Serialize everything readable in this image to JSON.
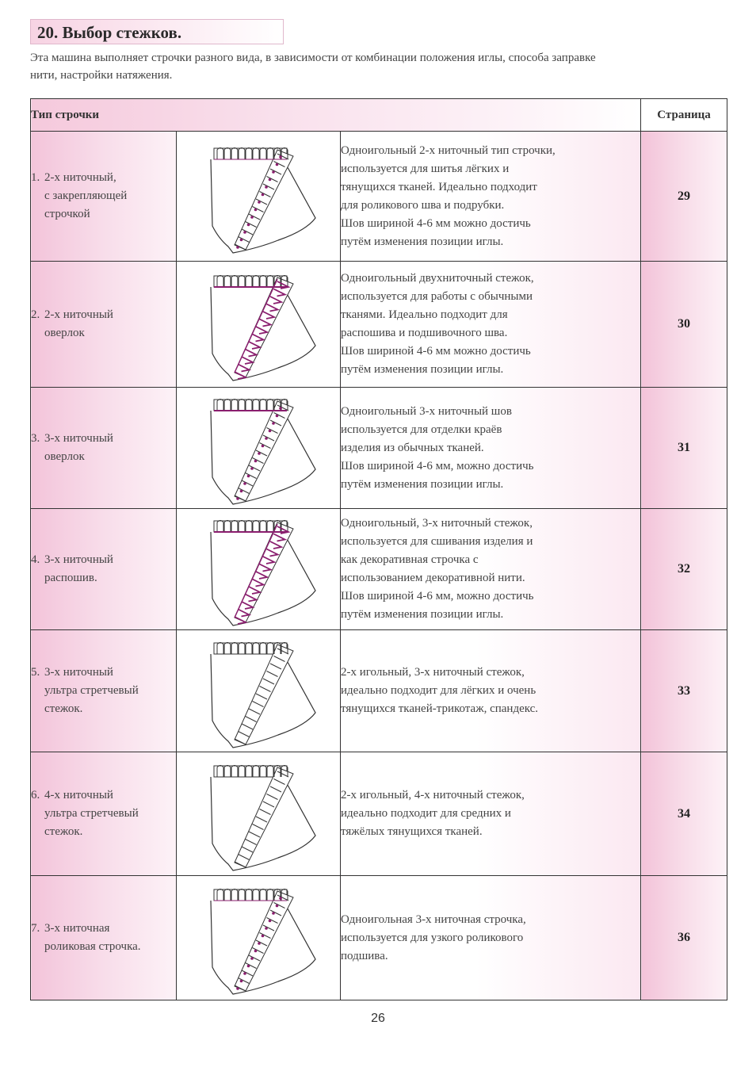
{
  "header": {
    "title": "20. Выбор стежков."
  },
  "intro": {
    "line1": "Эта машина выполняет строчки разного вида, в зависимости от комбинации положения иглы, способа заправке",
    "line2": "нити, настройки натяжения."
  },
  "table": {
    "col_type": "Тип строчки",
    "col_page": "Страница",
    "rows": [
      {
        "num": "1.",
        "name": [
          "2-х ниточный,",
          "с закрепляющей",
          "строчкой"
        ],
        "desc": [
          "Одноигольный 2-х ниточный тип строчки,",
          "используется для шитья лёгких и",
          "тянущихся тканей. Идеально подходит",
          "для роликового шва и подрубки.",
          "Шов шириной 4-6 мм можно достичь",
          "путём изменения позиции иглы."
        ],
        "page": "29"
      },
      {
        "num": "2.",
        "name": [
          "2-х ниточный",
          "оверлок"
        ],
        "desc": [
          "Одноигольный двухниточный стежок,",
          "используется для работы с обычными",
          "тканями. Идеально подходит для",
          "распошива и подшивочного шва.",
          "Шов шириной 4-6 мм можно достичь",
          "путём изменения позиции иглы."
        ],
        "page": "30"
      },
      {
        "num": "3.",
        "name": [
          "3-х ниточный",
          "оверлок"
        ],
        "desc": [
          "Одноигольный 3-х ниточный шов",
          "используется для отделки краёв",
          "изделия из обычных тканей.",
          "Шов шириной 4-6 мм, можно достичь",
          "путём изменения позиции иглы."
        ],
        "page": "31"
      },
      {
        "num": "4.",
        "name": [
          "3-х ниточный",
          "распошив."
        ],
        "desc": [
          "Одноигольный, 3-х ниточный стежок,",
          "используется для сшивания изделия и",
          "как декоративная строчка с",
          "использованием декоративной нити.",
          "Шов шириной 4-6 мм, можно достичь",
          "путём изменения позиции иглы."
        ],
        "page": "32"
      },
      {
        "num": "5.",
        "name": [
          "3-х ниточный",
          "ультра стретчевый",
          "стежок."
        ],
        "desc": [
          "2-х игольный, 3-х ниточный стежок,",
          "идеально подходит для лёгких и очень",
          "тянущихся тканей-трикотаж, спандекс."
        ],
        "page": "33"
      },
      {
        "num": "6.",
        "name": [
          "4-х ниточный",
          "ультра стретчевый",
          "стежок."
        ],
        "desc": [
          "2-х игольный, 4-х ниточный стежок,",
          "идеально подходит для средних и",
          "тяжёлых тянущихся тканей."
        ],
        "page": "34"
      },
      {
        "num": "7.",
        "name": [
          "3-х ниточная",
          "роликовая строчка."
        ],
        "desc": [
          "Одноигольная 3-х ниточная строчка,",
          "используется для узкого роликового",
          "подшива."
        ],
        "page": "36"
      }
    ]
  },
  "footer": {
    "page_number": "26"
  },
  "colors": {
    "accent_pink": "#f3c4da",
    "thread_purple": "#8a1e6e",
    "border": "#333333"
  },
  "illustrations": [
    {
      "icon": "two-thread-flatlock-stitch-icon",
      "purple": "dots"
    },
    {
      "icon": "two-thread-overlock-stitch-icon",
      "purple": "loops"
    },
    {
      "icon": "three-thread-overlock-stitch-icon",
      "purple": "edge"
    },
    {
      "icon": "three-thread-flatlock-stitch-icon",
      "purple": "loops"
    },
    {
      "icon": "three-thread-super-stretch-stitch-icon",
      "purple": "none"
    },
    {
      "icon": "four-thread-super-stretch-stitch-icon",
      "purple": "none"
    },
    {
      "icon": "three-thread-rolled-hem-stitch-icon",
      "purple": "dots"
    }
  ]
}
